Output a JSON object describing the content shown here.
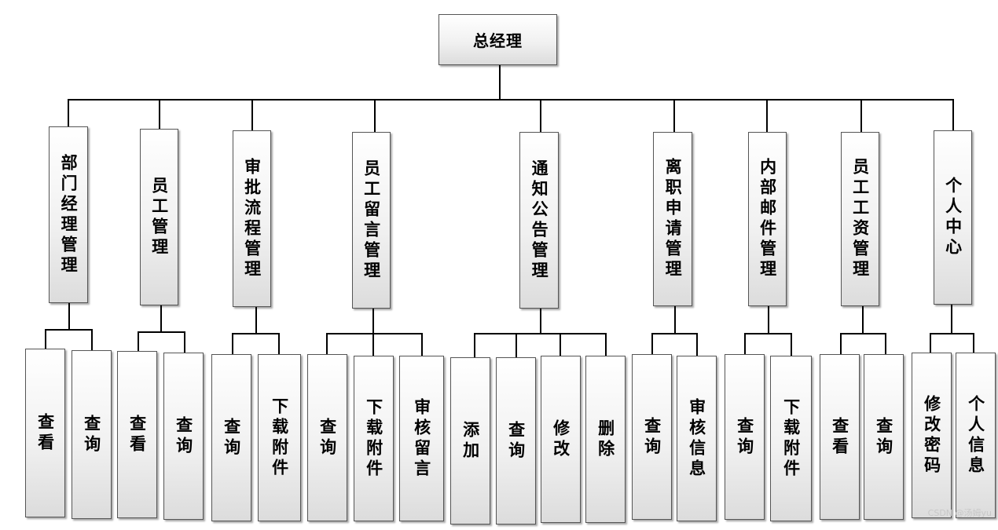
{
  "root": "总经理",
  "modules": [
    {
      "label": "部门经理管理",
      "children": [
        "查看",
        "查询"
      ]
    },
    {
      "label": "员工管理",
      "children": [
        "查看",
        "查询"
      ]
    },
    {
      "label": "审批流程管理",
      "children": [
        "查询",
        "下载附件"
      ]
    },
    {
      "label": "员工留言管理",
      "children": [
        "查询",
        "下载附件",
        "审核留言"
      ]
    },
    {
      "label": "通知公告管理",
      "children": [
        "添加",
        "查询",
        "修改",
        "删除"
      ]
    },
    {
      "label": "离职申请管理",
      "children": [
        "查询",
        "审核信息"
      ]
    },
    {
      "label": "内部邮件管理",
      "children": [
        "查询",
        "下载附件"
      ]
    },
    {
      "label": "员工工资管理",
      "children": [
        "查看",
        "查询"
      ]
    },
    {
      "label": "个人中心",
      "children": [
        "修改密码",
        "个人信息"
      ]
    }
  ],
  "watermark": "CSDN @汤姆yu"
}
